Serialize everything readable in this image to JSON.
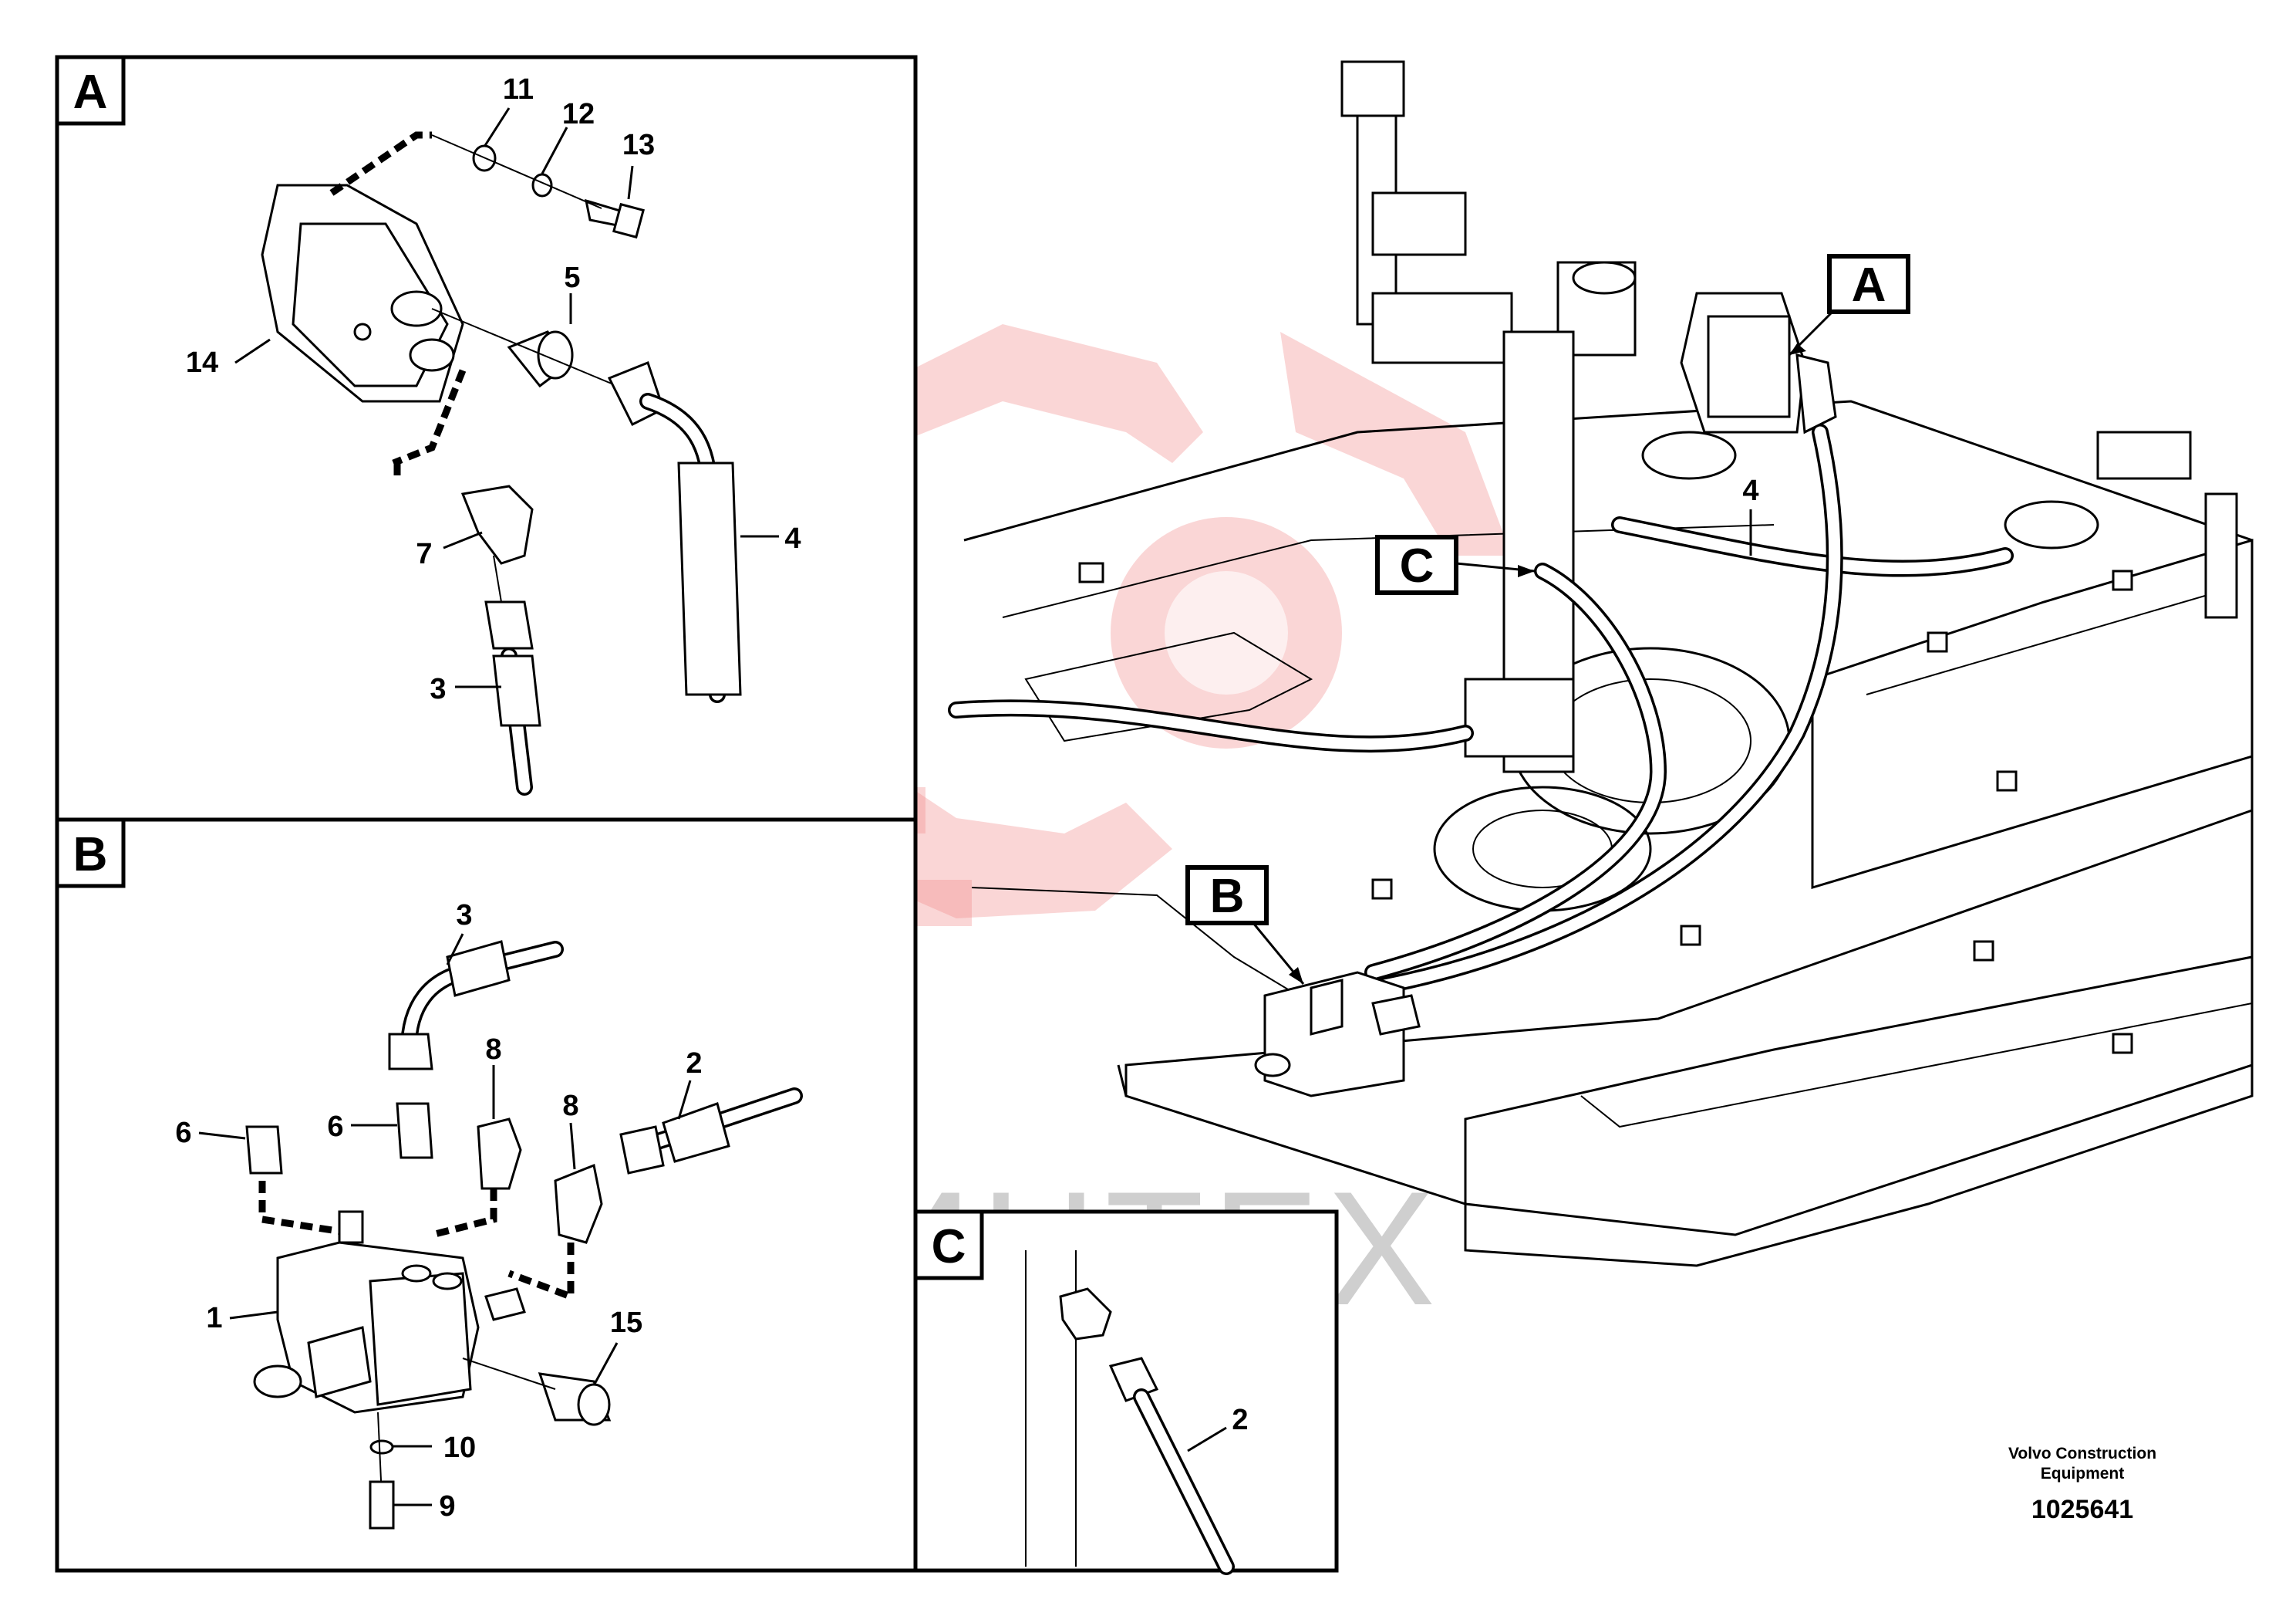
{
  "callouts": {
    "detail_tags": [
      "A",
      "B",
      "C"
    ],
    "main_tags": [
      "A",
      "B",
      "C"
    ],
    "main_part_4": "4"
  },
  "detail_a": {
    "tag": "A",
    "parts": [
      "11",
      "12",
      "13",
      "5",
      "14",
      "7",
      "4",
      "3"
    ]
  },
  "detail_b": {
    "tag": "B",
    "parts": [
      "3",
      "8",
      "2",
      "6",
      "6",
      "8",
      "1",
      "15",
      "10",
      "9"
    ]
  },
  "detail_c": {
    "tag": "C",
    "parts": [
      "2"
    ]
  },
  "title_block": {
    "company_line1": "Volvo Construction",
    "company_line2": "Equipment",
    "drawing_number": "1025641"
  },
  "watermark": {
    "text": "ИНТЕХ",
    "logo_color": "#e53935"
  }
}
